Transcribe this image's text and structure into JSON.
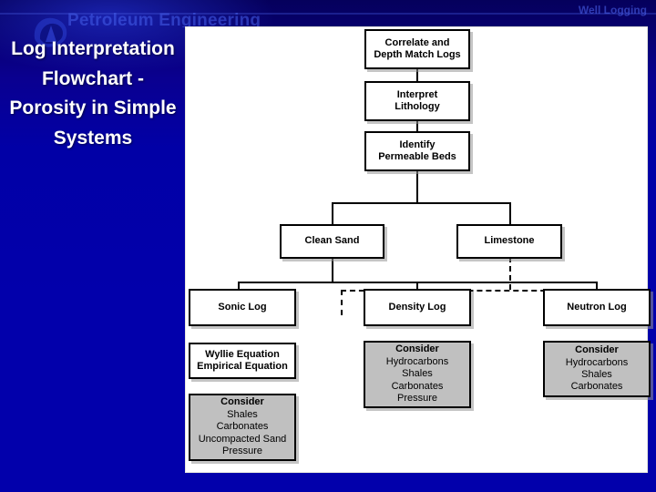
{
  "slide": {
    "title": "Log Interpretation Flowchart - Porosity in Simple Systems",
    "background_color": "#0200ab",
    "panel_color": "#ffffff"
  },
  "masthead": {
    "brand": "Petroleum Engineering",
    "right_label": "Well Logging",
    "logo_icon": "petroleum-logo-icon"
  },
  "chart_data": {
    "type": "diagram",
    "title": "Log Interpretation Flowchart - Porosity in Simple Systems",
    "nodes": [
      {
        "id": "correlate",
        "label": "Correlate and\nDepth Match Logs",
        "lines": [
          "Correlate and",
          "Depth Match Logs"
        ],
        "style": "white"
      },
      {
        "id": "lithology",
        "label": "Interpret\nLithology",
        "lines": [
          "Interpret",
          "Lithology"
        ],
        "style": "white"
      },
      {
        "id": "permeable",
        "label": "Identify\nPermeable Beds",
        "lines": [
          "Identify",
          "Permeable Beds"
        ],
        "style": "white"
      },
      {
        "id": "cleansand",
        "label": "Clean Sand",
        "lines": [
          "Clean Sand"
        ],
        "style": "white"
      },
      {
        "id": "limestone",
        "label": "Limestone",
        "lines": [
          "Limestone"
        ],
        "style": "white"
      },
      {
        "id": "soniclog",
        "label": "Sonic Log",
        "lines": [
          "Sonic Log"
        ],
        "style": "white"
      },
      {
        "id": "densitylog",
        "label": "Density Log",
        "lines": [
          "Density Log"
        ],
        "style": "white"
      },
      {
        "id": "neutronlog",
        "label": "Neutron Log",
        "lines": [
          "Neutron Log"
        ],
        "style": "white"
      },
      {
        "id": "wyllie",
        "label": "Wyllie Equation\nEmpirical Equation",
        "lines": [
          "Wyllie Equation",
          "Empirical Equation"
        ],
        "style": "white"
      },
      {
        "id": "consider_sonic",
        "header": "Consider",
        "items": [
          "Shales",
          "Carbonates",
          "Uncompacted Sand",
          "Pressure"
        ],
        "style": "grey"
      },
      {
        "id": "consider_density",
        "header": "Consider",
        "items": [
          "Hydrocarbons",
          "Shales",
          "Carbonates",
          "Pressure"
        ],
        "style": "grey"
      },
      {
        "id": "consider_neutron",
        "header": "Consider",
        "items": [
          "Hydrocarbons",
          "Shales",
          "Carbonates"
        ],
        "style": "grey"
      }
    ],
    "edges": [
      {
        "from": "correlate",
        "to": "lithology",
        "style": "solid"
      },
      {
        "from": "lithology",
        "to": "permeable",
        "style": "solid"
      },
      {
        "from": "permeable",
        "to": "cleansand",
        "style": "solid"
      },
      {
        "from": "permeable",
        "to": "limestone",
        "style": "solid"
      },
      {
        "from": "cleansand",
        "to": "soniclog",
        "style": "solid"
      },
      {
        "from": "cleansand",
        "to": "densitylog",
        "style": "solid"
      },
      {
        "from": "cleansand",
        "to": "neutronlog",
        "style": "solid"
      },
      {
        "from": "limestone",
        "to": "densitylog",
        "style": "dashed"
      },
      {
        "from": "limestone",
        "to": "neutronlog",
        "style": "dashed"
      },
      {
        "from": "soniclog",
        "to": "wyllie",
        "style": "solid"
      },
      {
        "from": "densitylog",
        "to": "consider_density",
        "style": "solid"
      },
      {
        "from": "neutronlog",
        "to": "consider_neutron",
        "style": "solid"
      }
    ]
  },
  "nodes": {
    "correlate": {
      "l1": "Correlate and",
      "l2": "Depth Match Logs"
    },
    "lithology": {
      "l1": "Interpret",
      "l2": "Lithology"
    },
    "permeable": {
      "l1": "Identify",
      "l2": "Permeable Beds"
    },
    "cleansand": {
      "l1": "Clean Sand"
    },
    "limestone": {
      "l1": "Limestone"
    },
    "soniclog": {
      "l1": "Sonic Log"
    },
    "densitylog": {
      "l1": "Density Log"
    },
    "neutronlog": {
      "l1": "Neutron Log"
    },
    "wyllie": {
      "l1": "Wyllie Equation",
      "l2": "Empirical Equation"
    },
    "consider_sonic": {
      "hdr": "Consider",
      "i1": "Shales",
      "i2": "Carbonates",
      "i3": "Uncompacted Sand",
      "i4": "Pressure"
    },
    "consider_density": {
      "hdr": "Consider",
      "i1": "Hydrocarbons",
      "i2": "Shales",
      "i3": "Carbonates",
      "i4": "Pressure"
    },
    "consider_neutron": {
      "hdr": "Consider",
      "i1": "Hydrocarbons",
      "i2": "Shales",
      "i3": "Carbonates"
    }
  }
}
